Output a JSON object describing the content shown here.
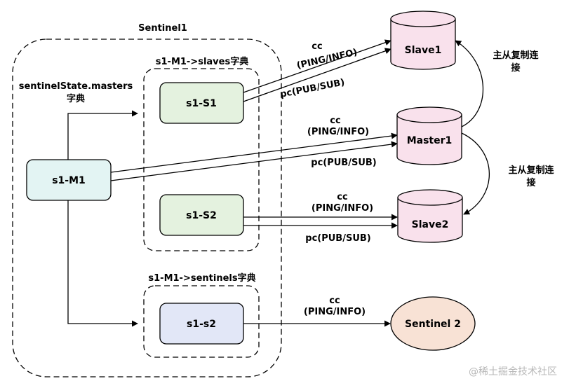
{
  "groups": {
    "sentinel": "Sentinel1",
    "masters_dict": "sentinelState.masters",
    "masters_dict_suffix": "字典",
    "slaves_dict": "s1-M1->slaves字典",
    "sentinels_dict": "s1-M1->sentinels字典"
  },
  "nodes": {
    "s1_m1": "s1-M1",
    "s1_s1": "s1-S1",
    "s1_s2": "s1-S2",
    "s1_s2_lower": "s1-s2",
    "slave1": "Slave1",
    "master1": "Master1",
    "slave2": "Slave2",
    "sentinel2": "Sentinel 2"
  },
  "edges": {
    "cc": "cc",
    "ping_info": "(PING/INFO)",
    "pc_pubsub": "pc(PUB/SUB)",
    "replication_line1": "主从复制连",
    "replication_line2": "接"
  },
  "watermark": "@稀土掘金技术社区",
  "colors": {
    "green_fill": "#e4f2df",
    "teal_fill": "#e3f4f3",
    "blue_fill": "#e2e7f7",
    "pink_fill": "#f9e1ec",
    "peach_fill": "#f8e2d5",
    "stroke": "#000000"
  }
}
